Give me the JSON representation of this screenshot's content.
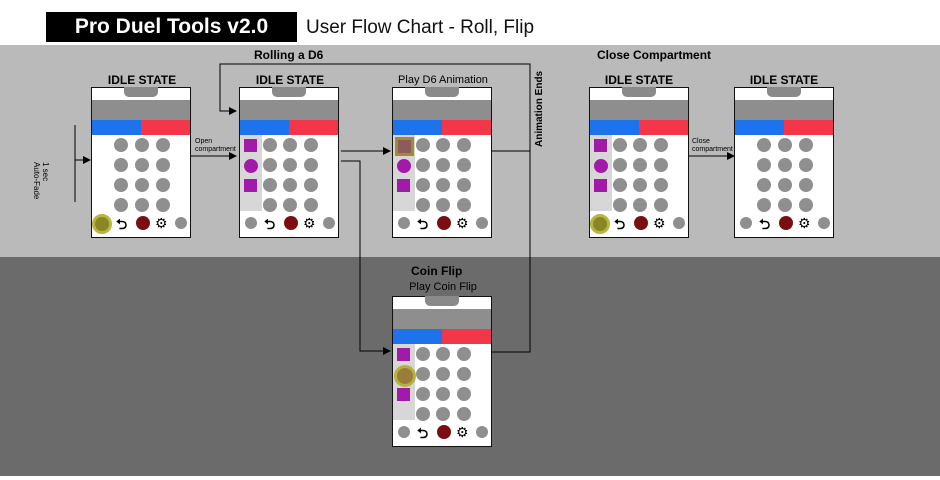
{
  "header": {
    "app_title": "Pro Duel Tools v2.0",
    "subtitle": "User Flow Chart - Roll, Flip"
  },
  "sections": {
    "rolling": "Rolling a D6",
    "close": "Close Compartment",
    "coin": "Coin Flip"
  },
  "states": {
    "idle1": "IDLE STATE",
    "idle2": "IDLE STATE",
    "d6": "Play D6 Animation",
    "coin": "Play Coin Flip",
    "idle3": "IDLE STATE",
    "idle4": "IDLE STATE"
  },
  "annotations": {
    "autofade_line1": "1 sec",
    "autofade_line2": "Auto-Fade",
    "open_line1": "Open",
    "open_line2": "compartment",
    "anim_ends": "Animation Ends",
    "close_line1": "Close",
    "close_line2": "compartment"
  },
  "colors": {
    "blue": "#1e73ea",
    "red": "#f2374a",
    "purple": "#a21aa9",
    "maroon": "#7a0f12",
    "highlight": "#b6b640"
  }
}
